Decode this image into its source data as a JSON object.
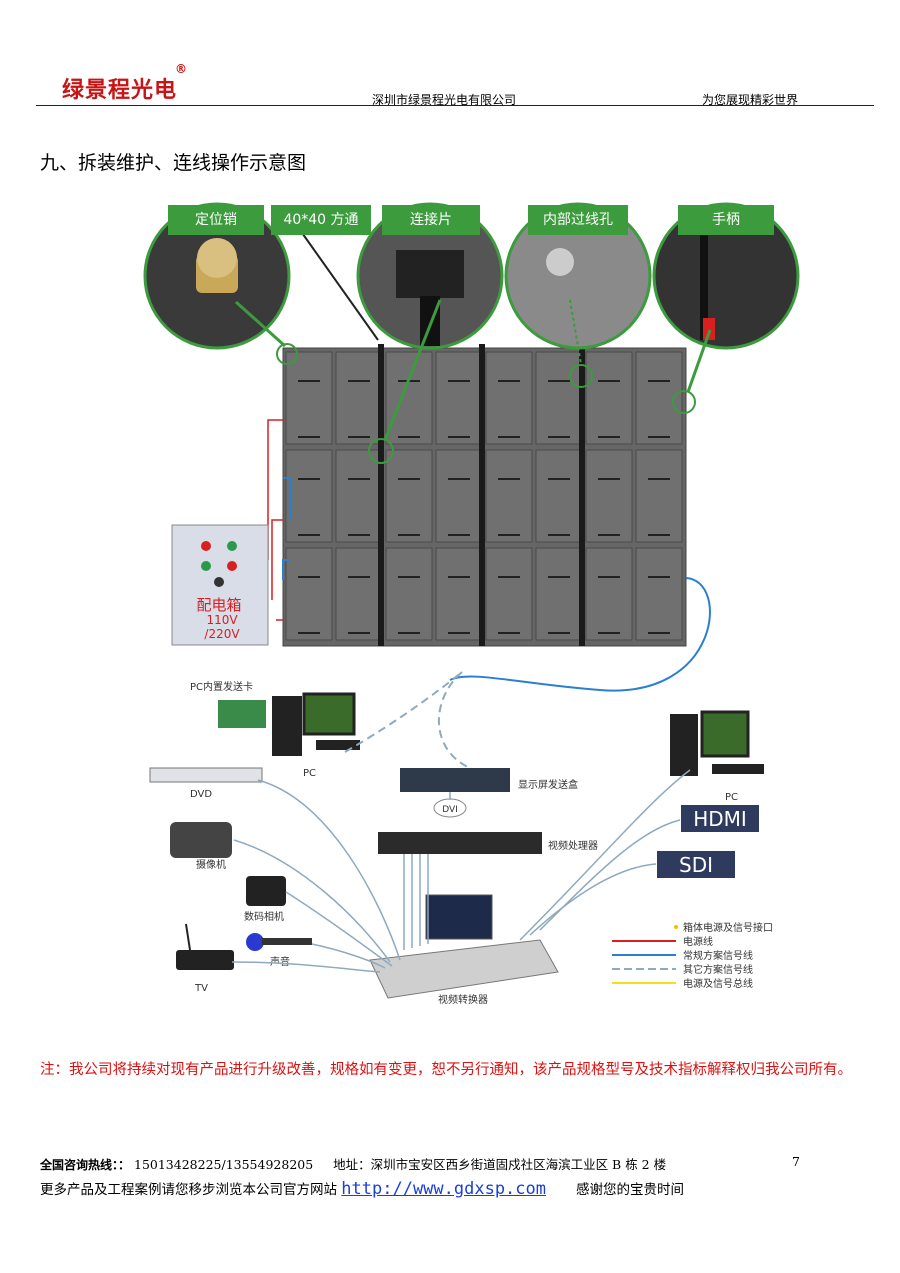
{
  "header": {
    "logo": "绿景程光电",
    "reg_mark": "®",
    "company": "深圳市绿景程光电有限公司",
    "slogan": "为您展现精彩世界"
  },
  "section_title": "九、拆装维护、连线操作示意图",
  "callouts": [
    "定位销",
    "40*40 方通",
    "连接片",
    "内部过线孔",
    "手柄"
  ],
  "power_box": {
    "label": "配电箱",
    "voltage_1": "110V",
    "voltage_2": "/220V"
  },
  "devices": {
    "pc_card": "PC内置发送卡",
    "pc_left": "PC",
    "pc_right": "PC",
    "dvd": "DVD",
    "camcorder": "摄像机",
    "camera": "数码相机",
    "tv": "TV",
    "audio": "声音",
    "sender_box": "显示屏发送盒",
    "dvi": "DVI",
    "video_processor": "视频处理器",
    "hdmi": "HDMI",
    "sdi": "SDI",
    "switcher": "视频转换器"
  },
  "legend": [
    {
      "label": "箱体电源及信号接口",
      "color": "#f2c200",
      "style": "dot"
    },
    {
      "label": "电源线",
      "color": "#d82020",
      "style": "solid"
    },
    {
      "label": "常规方案信号线",
      "color": "#2a7fd0",
      "style": "solid"
    },
    {
      "label": "其它方案信号线",
      "color": "#8fa9bf",
      "style": "dashed"
    },
    {
      "label": "电源及信号总线",
      "color": "#f0e020",
      "style": "solid"
    }
  ],
  "note": "注：我公司将持续对现有产品进行升级改善，规格如有变更，恕不另行通知，该产品规格型号及技术指标解释权归我公司所有。",
  "footer": {
    "hotline_label": "全国咨询热线：：",
    "hotline": "15013428225/13554928205",
    "address": "地址：深圳市宝安区西乡街道固戍社区海滨工业区 B 栋 2 楼",
    "page_number": "7",
    "more_text": "更多产品及工程案例请您移步浏览本公司官方网站",
    "url": "http://www.gdxsp.com",
    "thanks": "感谢您的宝贵时间"
  }
}
